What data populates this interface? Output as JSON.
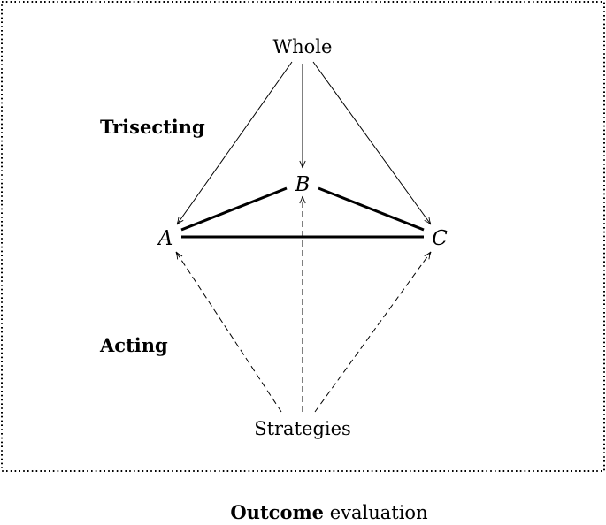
{
  "diagram": {
    "nodes": {
      "top": "Whole",
      "bottom": "Strategies",
      "a": "A",
      "b": "B",
      "c": "C"
    },
    "side_labels": {
      "upper": "Trisecting",
      "lower": "Acting"
    }
  },
  "caption": {
    "bold": "Outcome",
    "rest": " evaluation"
  }
}
